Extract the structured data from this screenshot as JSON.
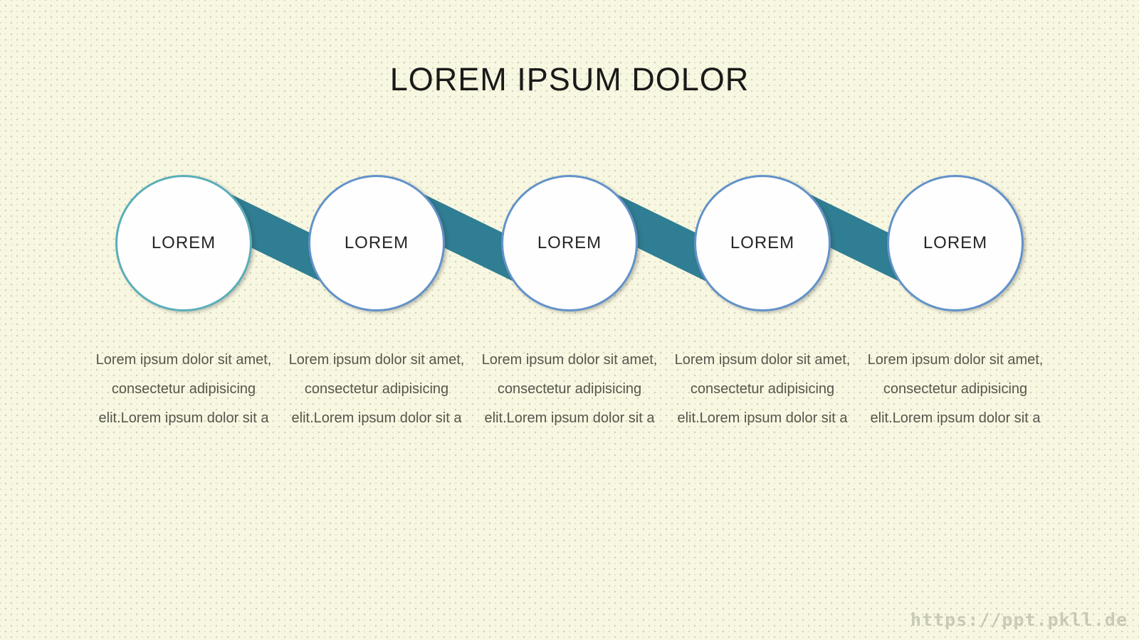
{
  "slide": {
    "title": "LOREM IPSUM DOLOR",
    "watermark": "https://ppt.pkll.de",
    "colors": {
      "background": "#F8F7E1",
      "title_text": "#1A1A1A",
      "connector": "#2F7E93",
      "circle_fill": "#FEFEFE",
      "circle_stroke_first": "#5AAEBA",
      "circle_stroke": "#6292C9",
      "label_text": "#262626",
      "body_text": "#57564E",
      "watermark_text": "#8D8D81"
    },
    "steps": [
      {
        "label": "LOREM",
        "description": "Lorem ipsum dolor sit amet, consectetur adipisicing elit.Lorem ipsum dolor sit a"
      },
      {
        "label": "LOREM",
        "description": "Lorem ipsum dolor sit amet, consectetur adipisicing elit.Lorem ipsum dolor sit a"
      },
      {
        "label": "LOREM",
        "description": "Lorem ipsum dolor sit amet, consectetur adipisicing elit.Lorem ipsum dolor sit a"
      },
      {
        "label": "LOREM",
        "description": "Lorem ipsum dolor sit amet, consectetur adipisicing elit.Lorem ipsum dolor sit a"
      },
      {
        "label": "LOREM",
        "description": "Lorem ipsum dolor sit amet, consectetur adipisicing elit.Lorem ipsum dolor sit a"
      }
    ]
  }
}
